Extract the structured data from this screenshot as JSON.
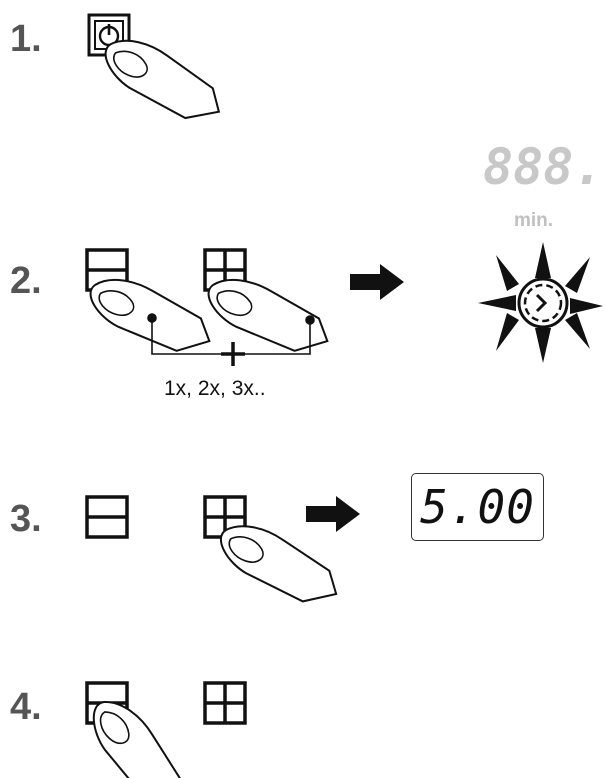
{
  "steps": [
    {
      "number": "1."
    },
    {
      "number": "2.",
      "repeat_caption": "1x, 2x, 3x..",
      "display_digits": "888.",
      "display_unit": "min."
    },
    {
      "number": "3.",
      "display_value": "5.00"
    },
    {
      "number": "4."
    }
  ],
  "colors": {
    "ink": "#111111",
    "step_number": "#555555",
    "dim_display": "#c8c8c8"
  },
  "icons": [
    "power-button-icon",
    "minus-button-icon",
    "plus-button-icon",
    "finger-icon",
    "arrow-right-icon",
    "blinking-timer-icon"
  ]
}
